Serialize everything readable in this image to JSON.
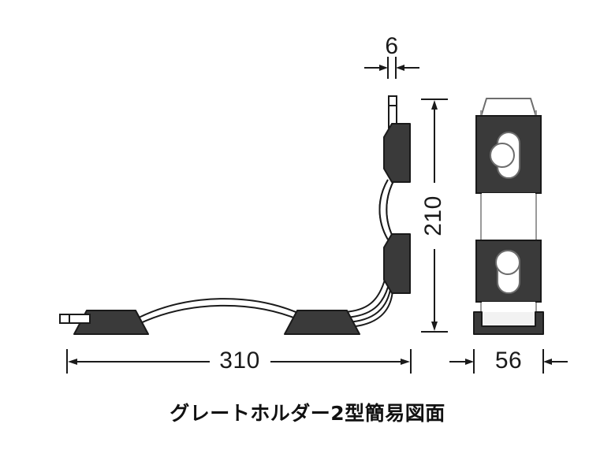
{
  "drawing": {
    "caption": "グレートホルダー2型簡易図面",
    "background_color": "#ffffff",
    "line_color": "#1a1a1a",
    "body_fill_color": "#3a3a3a",
    "highlight_fill_color": "#f2f2f2",
    "title_note": "Technical outline drawing of Great Holder 2 type"
  },
  "dimensions": {
    "thickness": {
      "label": "6",
      "orientation": "horizontal",
      "arrow_style": "inward",
      "position": "top"
    },
    "height": {
      "label": "210",
      "orientation": "vertical",
      "arrow_style": "outward",
      "position": "center-right"
    },
    "length": {
      "label": "310",
      "orientation": "horizontal",
      "arrow_style": "outward",
      "position": "bottom-left"
    },
    "width": {
      "label": "56",
      "orientation": "horizontal",
      "arrow_style": "inward",
      "position": "bottom-right"
    }
  },
  "views": {
    "side_view": {
      "name": "side-elevation",
      "parts": [
        "left-connector-block",
        "arched-cable",
        "bottom-center-block",
        "triple-cable-bundle",
        "middle-block",
        "curved-cable",
        "top-block",
        "top-prong"
      ]
    },
    "front_view": {
      "name": "front-elevation",
      "parts": [
        "top-cap",
        "upper-clamp-block",
        "upper-slot",
        "upper-circle",
        "mid-strap",
        "lower-clamp-block",
        "lower-slot",
        "lower-circle",
        "lower-strap",
        "base-bracket"
      ]
    }
  }
}
